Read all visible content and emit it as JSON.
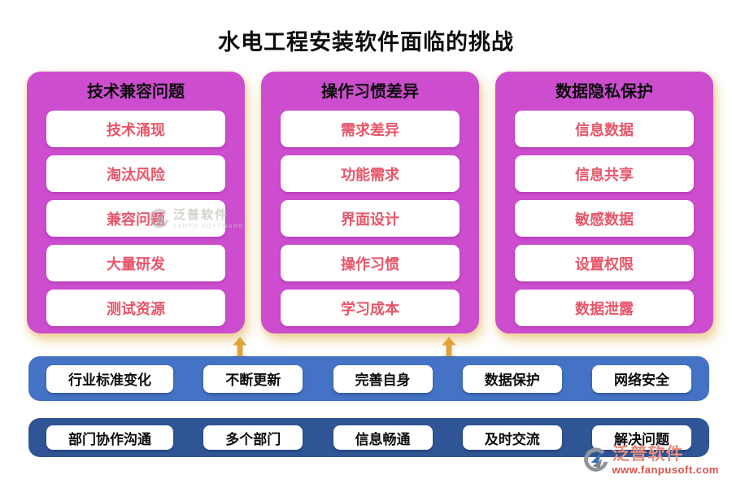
{
  "title": "水电工程安装软件面临的挑战",
  "columns": [
    {
      "header": "技术兼容问题",
      "items": [
        "技术涌现",
        "淘汰风险",
        "兼容问题",
        "大量研发",
        "测试资源"
      ]
    },
    {
      "header": "操作习惯差异",
      "items": [
        "需求差异",
        "功能需求",
        "界面设计",
        "操作习惯",
        "学习成本"
      ]
    },
    {
      "header": "数据隐私保护",
      "items": [
        "信息数据",
        "信息共享",
        "敏感数据",
        "设置权限",
        "数据泄露"
      ]
    }
  ],
  "bars": [
    {
      "items": [
        "行业标准变化",
        "不断更新",
        "完善自身",
        "数据保护",
        "网络安全"
      ]
    },
    {
      "items": [
        "部门协作沟通",
        "多个部门",
        "信息畅通",
        "及时交流",
        "解决问题"
      ]
    }
  ],
  "watermark_center": {
    "brand": "泛普软件",
    "subtitle": "FANPU SOFTWARE"
  },
  "watermark_corner": {
    "brand": "泛普软件",
    "url": "www.fanpusoft.com"
  },
  "colors": {
    "column_bg": "#cc4dce",
    "item_text": "#e85568",
    "bar1_bg": "#4472c4",
    "bar2_bg": "#2f5597",
    "arrow": "#e3a33c",
    "column_shadow": "#f2dfb4",
    "title_text": "#0d0d0d"
  }
}
